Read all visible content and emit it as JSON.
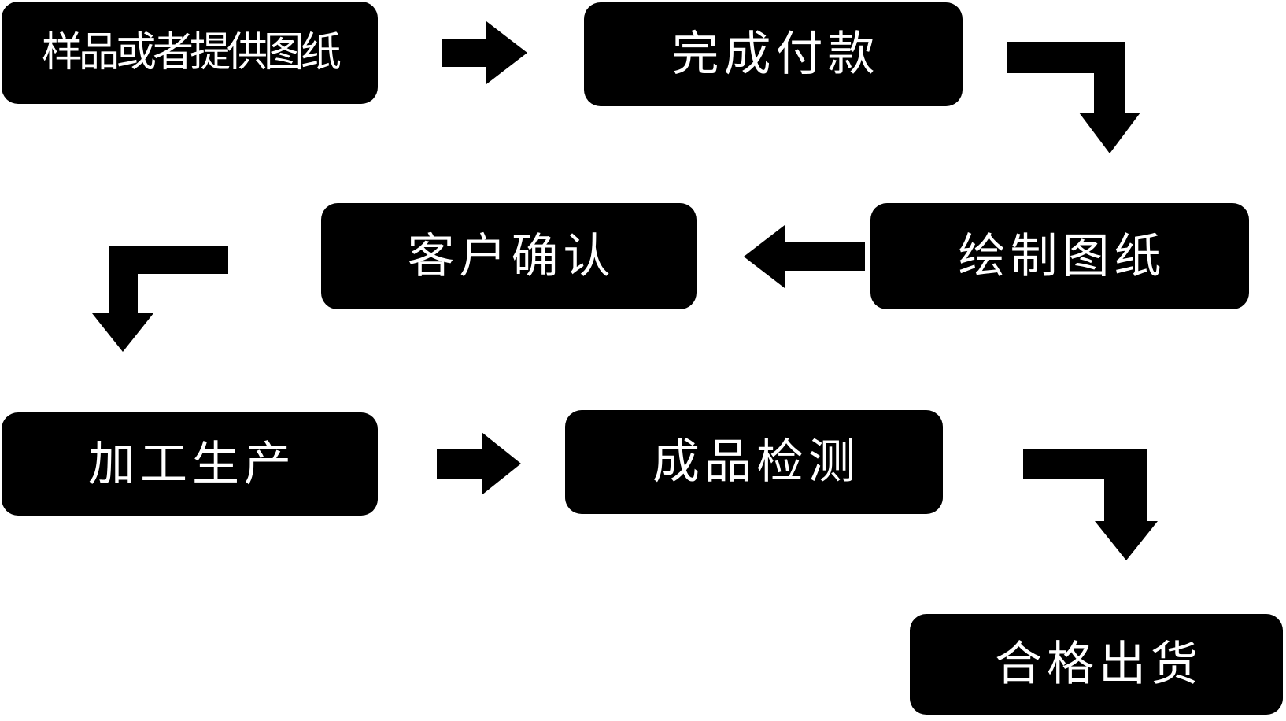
{
  "flow": {
    "colors": {
      "node_bg": "#000000",
      "node_text": "#ffffff",
      "arrow": "#000000",
      "background": "#ffffff"
    },
    "nodes": [
      {
        "id": "sample-or-drawings",
        "label": "样品或者提供图纸"
      },
      {
        "id": "complete-payment",
        "label": "完成付款"
      },
      {
        "id": "draw-drawings",
        "label": "绘制图纸"
      },
      {
        "id": "customer-confirmation",
        "label": "客户确认"
      },
      {
        "id": "processing-production",
        "label": "加工生产"
      },
      {
        "id": "product-inspection",
        "label": "成品检测"
      },
      {
        "id": "qualified-shipment",
        "label": "合格出货"
      }
    ],
    "edges": [
      {
        "from": "sample-or-drawings",
        "to": "complete-payment",
        "shape": "straight-right"
      },
      {
        "from": "complete-payment",
        "to": "draw-drawings",
        "shape": "elbow-down"
      },
      {
        "from": "draw-drawings",
        "to": "customer-confirmation",
        "shape": "straight-left"
      },
      {
        "from": "customer-confirmation",
        "to": "processing-production",
        "shape": "elbow-down"
      },
      {
        "from": "processing-production",
        "to": "product-inspection",
        "shape": "straight-right"
      },
      {
        "from": "product-inspection",
        "to": "qualified-shipment",
        "shape": "elbow-down"
      }
    ]
  }
}
